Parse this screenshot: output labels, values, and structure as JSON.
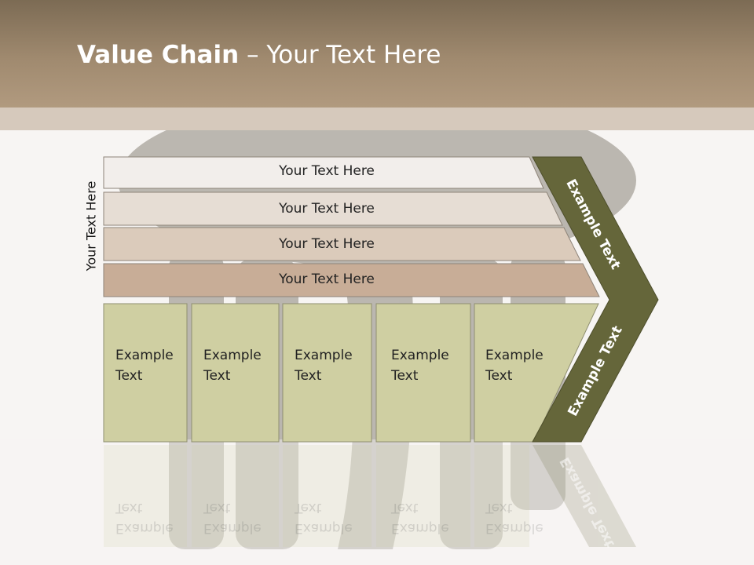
{
  "title": {
    "bold": "Value Chain",
    "rest": " – Your Text Here"
  },
  "side_label": "Your Text Here",
  "rows": [
    {
      "label": "Your Text Here",
      "fill": "#f2eeeb"
    },
    {
      "label": "Your Text Here",
      "fill": "#e6ddd4"
    },
    {
      "label": "Your Text Here",
      "fill": "#dbcbbb"
    },
    {
      "label": "Your Text Here",
      "fill": "#c8ad97"
    }
  ],
  "boxes": [
    {
      "line1": "Example",
      "line2": "Text"
    },
    {
      "line1": "Example",
      "line2": "Text"
    },
    {
      "line1": "Example",
      "line2": "Text"
    },
    {
      "line1": "Example",
      "line2": "Text"
    },
    {
      "line1": "Example",
      "line2": "Text"
    }
  ],
  "chevron": {
    "upper_label": "Example Text",
    "lower_label": "Example Text",
    "fill": "#65663a"
  },
  "colors": {
    "box_fill": "#cfcfa2",
    "header": "#a08a6f"
  }
}
